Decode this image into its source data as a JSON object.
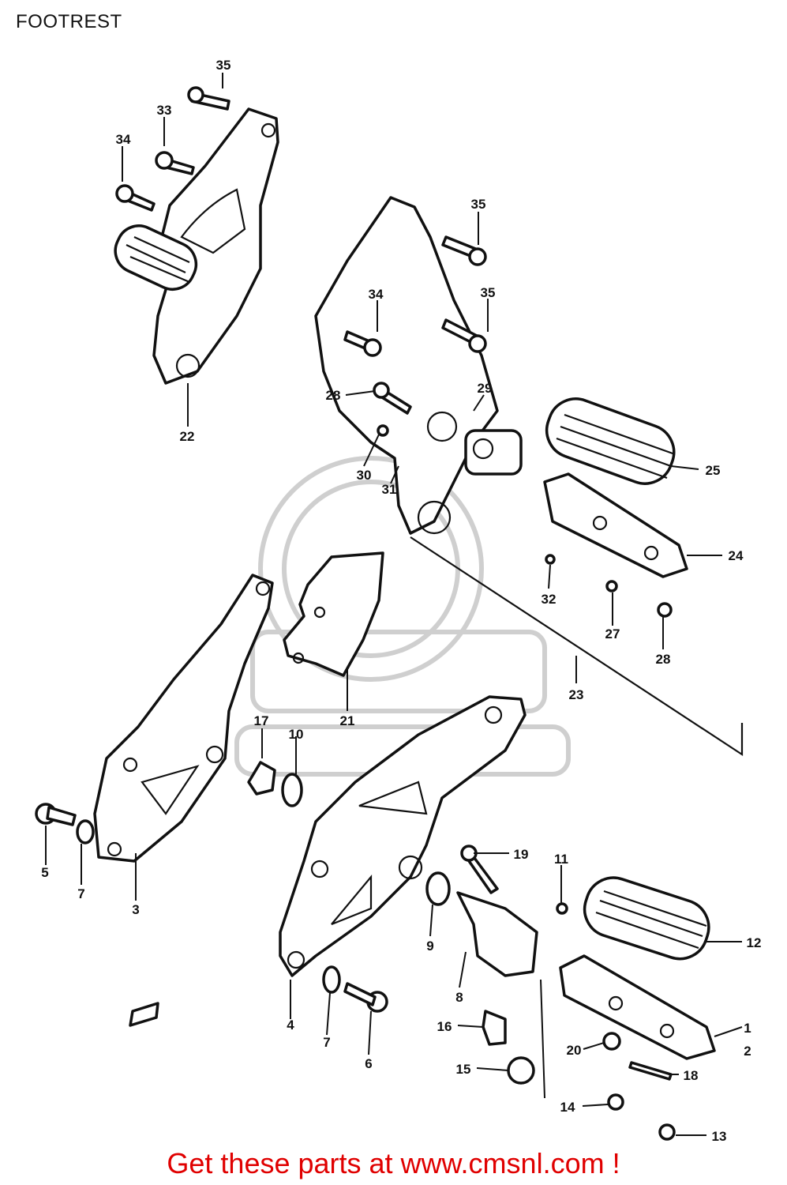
{
  "header": {
    "title": "FOOTREST"
  },
  "callouts": [
    "35",
    "33",
    "34",
    "22",
    "35",
    "35",
    "34",
    "28",
    "29",
    "30",
    "31",
    "25",
    "24",
    "32",
    "27",
    "28",
    "23",
    "21",
    "17",
    "10",
    "5",
    "7",
    "3",
    "19",
    "11",
    "12",
    "9",
    "8",
    "4",
    "7",
    "6",
    "16",
    "15",
    "20",
    "18",
    "14",
    "13",
    "1",
    "2"
  ],
  "footer": {
    "cta": "Get these parts at www.cmsnl.com !"
  },
  "colors": {
    "line_art": "#111111",
    "cta": "#e00000",
    "watermark": "#cfcfcf"
  }
}
